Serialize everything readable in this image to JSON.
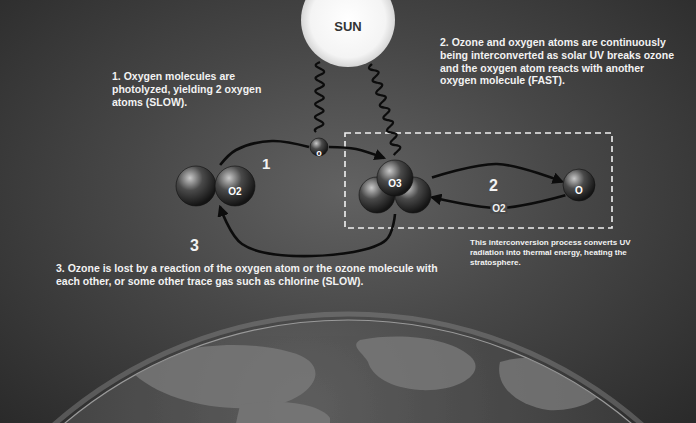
{
  "diagram": {
    "nodes": [
      {
        "text": [
          "SUN"
        ]
      },
      {
        "text": [
          "O2"
        ]
      },
      {
        "text": [
          "o"
        ]
      },
      {
        "text": [
          "O3"
        ]
      },
      {
        "text": [
          "O"
        ]
      }
    ],
    "edges": [
      {
        "from": 1,
        "to": 2,
        "arrow": "none"
      },
      {
        "from": 2,
        "to": 3,
        "arrow": "to"
      },
      {
        "from": 3,
        "to": 4,
        "arrow": "to"
      },
      {
        "from": 4,
        "to": 3,
        "arrow": "to",
        "label": "O2"
      },
      {
        "from": 3,
        "to": 1,
        "arrow": "to"
      }
    ],
    "labels": [
      "1. Oxygen molecules are photolyzed, yielding 2 oxygen atoms (SLOW).",
      "2. Ozone and oxygen atoms are continuously being interconverted as solar UV breaks ozone and the oxygen atom reacts with another oxygen molecule (FAST).",
      "1",
      "2",
      "This interconversion process converts UV radiation into thermal energy, heating the stratosphere.",
      "3",
      "3. Ozone is lost by a reaction of the oxygen atom or the ozone molecule with each other, or some other trace gas such as chlorine (SLOW)."
    ]
  }
}
